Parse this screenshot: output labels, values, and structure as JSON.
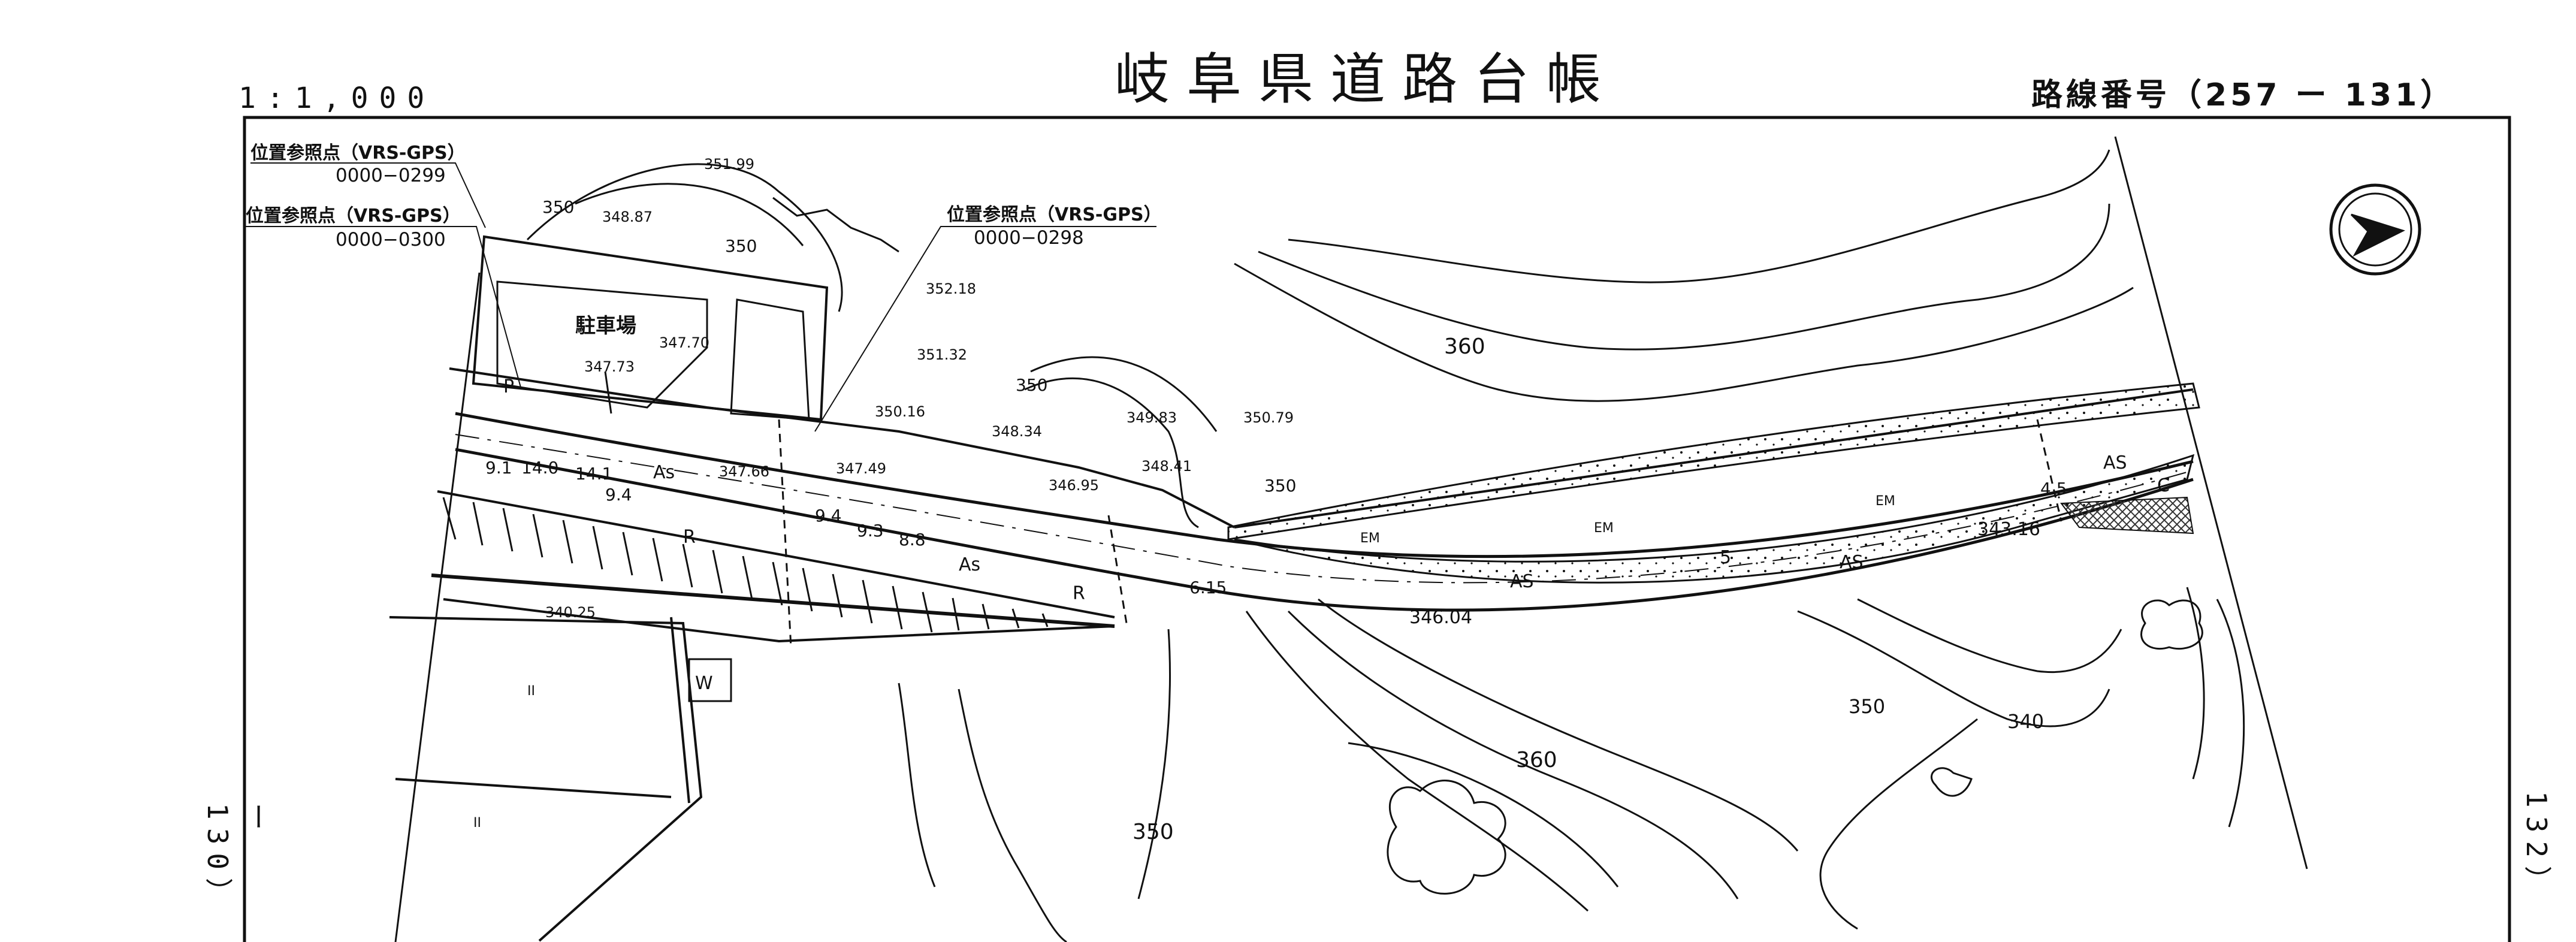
{
  "title": "岐阜県道路台帳",
  "scale": "1:1,000",
  "route_number": "路線番号（257 ー 131）",
  "adjacent_left": "ー 130）",
  "adjacent_right": "ー 132）",
  "reference_points": [
    {
      "label": "位置参照点（VRS-GPS）",
      "code": "0000−0299"
    },
    {
      "label": "位置参照点（VRS-GPS）",
      "code": "0000−0300"
    },
    {
      "label": "位置参照点（VRS-GPS）",
      "code": "0000−0298"
    }
  ],
  "labels": {
    "parking": "駐車場",
    "w": "W",
    "p": "P",
    "r1": "R",
    "r2": "R",
    "c": "C",
    "as1": "As",
    "as2": "As",
    "as3": "AS",
    "as4": "AS",
    "as5": "AS",
    "em1": "EM",
    "em2": "EM",
    "em3": "EM",
    "lane5": "5",
    "ii1": "II",
    "ii2": "II"
  },
  "elevations": [
    "351.99",
    "348.87",
    "352.18",
    "351.32",
    "347.70",
    "347.73",
    "350.16",
    "348.34",
    "349.83",
    "350.79",
    "348.41",
    "347.66",
    "347.49",
    "346.95",
    "343.16",
    "346.04",
    "340.25"
  ],
  "contour_labels": [
    "350",
    "350",
    "350",
    "360",
    "360",
    "350",
    "350",
    "340",
    "350"
  ],
  "widths": [
    "9.1",
    "14.0",
    "14.1",
    "9.4",
    "9.4",
    "9.3",
    "8.8",
    "6.15",
    "4.5"
  ],
  "colors": {
    "ink": "#111111",
    "paper": "#ffffff",
    "hatch": "#333333"
  },
  "icons": [
    "north-arrow-icon"
  ]
}
